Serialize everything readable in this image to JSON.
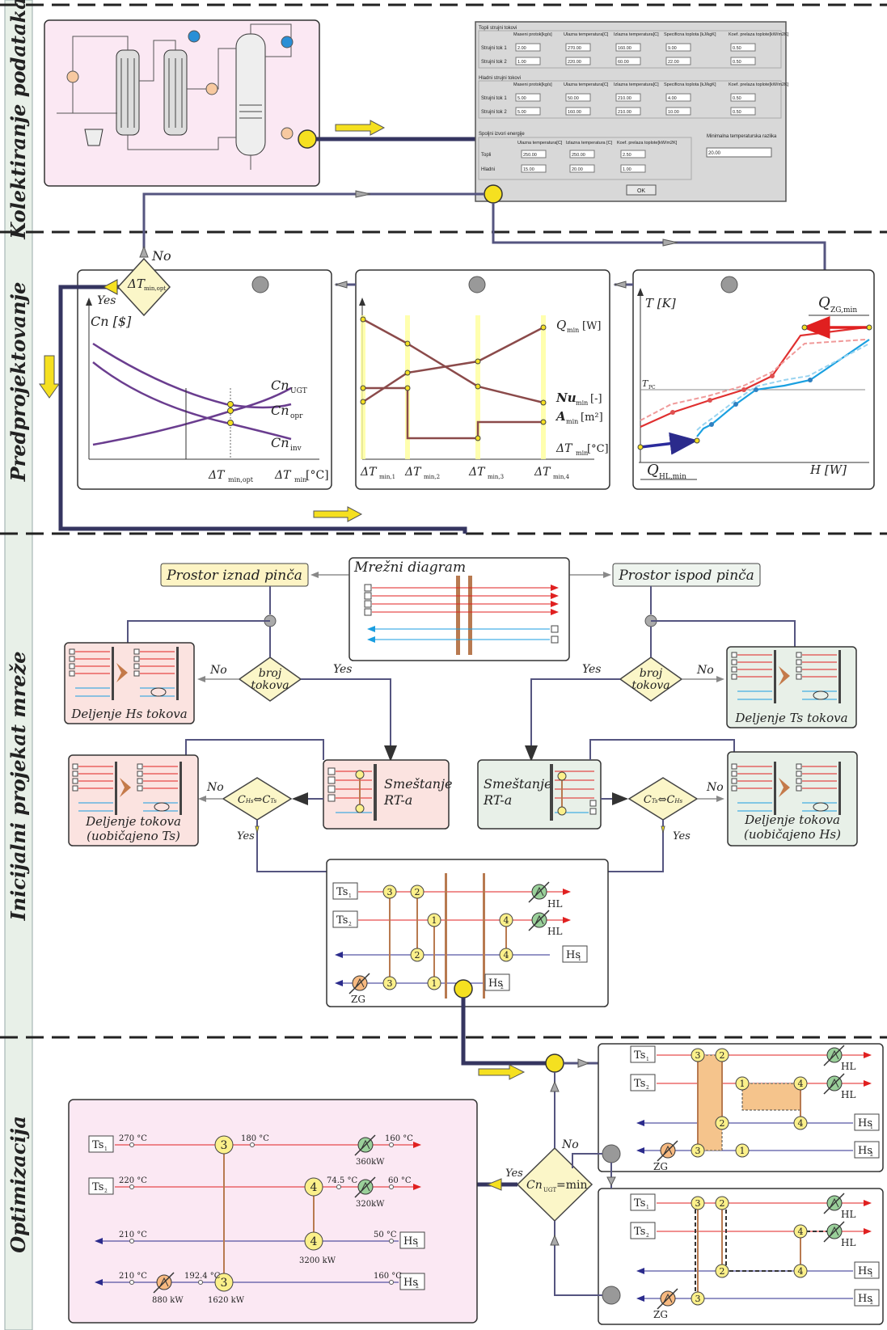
{
  "sections": [
    {
      "id": "s1",
      "label": "Kolektiranje podataka"
    },
    {
      "id": "s2",
      "label": "Predprojektovanje"
    },
    {
      "id": "s3",
      "label": "Inicijalni projekat mreže"
    },
    {
      "id": "s4",
      "label": "Optimizacija"
    }
  ],
  "dialog": {
    "hot_group": "Topli strujni tokovi",
    "cold_group": "Hladni strujni tokovi",
    "energy_group": "Spoljni izvori energije",
    "min_diff_label": "Minimalna temperaturska razlika",
    "min_diff_value": "20.00",
    "ok": "OK",
    "stream_headers": [
      "Maseni protok[kg/s]",
      "Ulazna temperatura[C]",
      "Izlazna temperatura[C]",
      "Specificna toplota [kJ/kgK]",
      "Koef. prelaza toplote[kW/m2K]"
    ],
    "hot_rows": [
      {
        "name": "Strujni tok 1",
        "vals": [
          "2.00",
          "270.00",
          "160.00",
          "9.00",
          "0.50"
        ]
      },
      {
        "name": "Strujni tok 2",
        "vals": [
          "1.00",
          "220.00",
          "60.00",
          "22.00",
          "0.50"
        ]
      }
    ],
    "cold_rows": [
      {
        "name": "Strujni tok 1",
        "vals": [
          "5.00",
          "50.00",
          "210.00",
          "4.00",
          "0.50"
        ]
      },
      {
        "name": "Strujni tok 2",
        "vals": [
          "5.00",
          "160.00",
          "210.00",
          "10.00",
          "0.50"
        ]
      }
    ],
    "energy_headers": [
      "Ulazna temperatura[C]",
      "Izlazna temperatura [C]",
      "Koef. prelaza toplote[kW/m2K]"
    ],
    "energy_rows": [
      {
        "name": "Topli",
        "vals": [
          "250.00",
          "250.00",
          "2.50"
        ]
      },
      {
        "name": "Hladni",
        "vals": [
          "15.00",
          "20.00",
          "1.00"
        ]
      }
    ]
  },
  "pre": {
    "no": "No",
    "yes": "Yes",
    "dtmin_opt": "ΔT",
    "cost": {
      "y": "Cn [$]",
      "ugt": "Cn",
      "opr": "Cn",
      "inv": "Cn",
      "sub_ugt": "UGT",
      "sub_opr": "opr",
      "sub_inv": "inv",
      "x1": "ΔT",
      "x1sub": "min,opt",
      "x2": "ΔT",
      "x2sub": "min",
      "x2unit": "[°C]"
    },
    "mid": {
      "qmin": "Q",
      "qmin_sub": "min",
      "qmin_unit": "[W]",
      "nu": "Nu",
      "nu_sub": "min",
      "nu_unit": "[-]",
      "a": "A",
      "a_sub": "min",
      "a_unit": "[m²]",
      "dt": "ΔT",
      "dt_sub": "min",
      "dt_unit": "[°C]",
      "ticks": [
        {
          "t": "ΔT",
          "s": "min,1"
        },
        {
          "t": "ΔT",
          "s": "min,2"
        },
        {
          "t": "ΔT",
          "s": "min,3"
        },
        {
          "t": "ΔT",
          "s": "min,4"
        }
      ]
    },
    "comp": {
      "y": "T [K]",
      "x": "H [W]",
      "qzg": "Q",
      "qzg_sub": "ZG,min",
      "qhl": "Q",
      "qhl_sub": "HL,min",
      "tpc": "T",
      "tpc_sub": "PC"
    }
  },
  "network": {
    "mrezni": "Mrežni diagram",
    "above": "Prostor iznad pinča",
    "below": "Prostor ispod pinča",
    "broj": "broj tokova",
    "no": "No",
    "yes": "Yes",
    "split_hs": "Deljenje Hs tokova",
    "split_ts": "Deljenje Ts tokova",
    "smestanje": "Smeštanje RT-a",
    "cmp_left": "C⇔C",
    "split_left": "Deljenje tokova (uobičajeno Ts)",
    "split_right": "Deljenje tokova (uobičajeno Hs)",
    "ts1": "Ts",
    "ts2": "Ts",
    "hs1": "Hs",
    "hs2": "Hs",
    "hl1": "HL",
    "hl2": "HL",
    "zg": "ZG"
  },
  "opt": {
    "cond": "Cn",
    "cond_sub": "UGT",
    "cond_eq": "=min",
    "no": "No",
    "yes": "Yes",
    "final": {
      "t270": "270 °C",
      "t180": "180 °C",
      "t160a": "160 °C",
      "q360": "360kW",
      "t220": "220 °C",
      "t745": "74.5 °C",
      "t60": "60 °C",
      "q320": "320kW",
      "t210a": "210 °C",
      "t50": "50 °C",
      "q3200": "3200 kW",
      "t210b": "210 °C",
      "t1924": "192.4 °C",
      "t160b": "160 °C",
      "q880": "880 kW",
      "q1620": "1620 kW"
    }
  }
}
